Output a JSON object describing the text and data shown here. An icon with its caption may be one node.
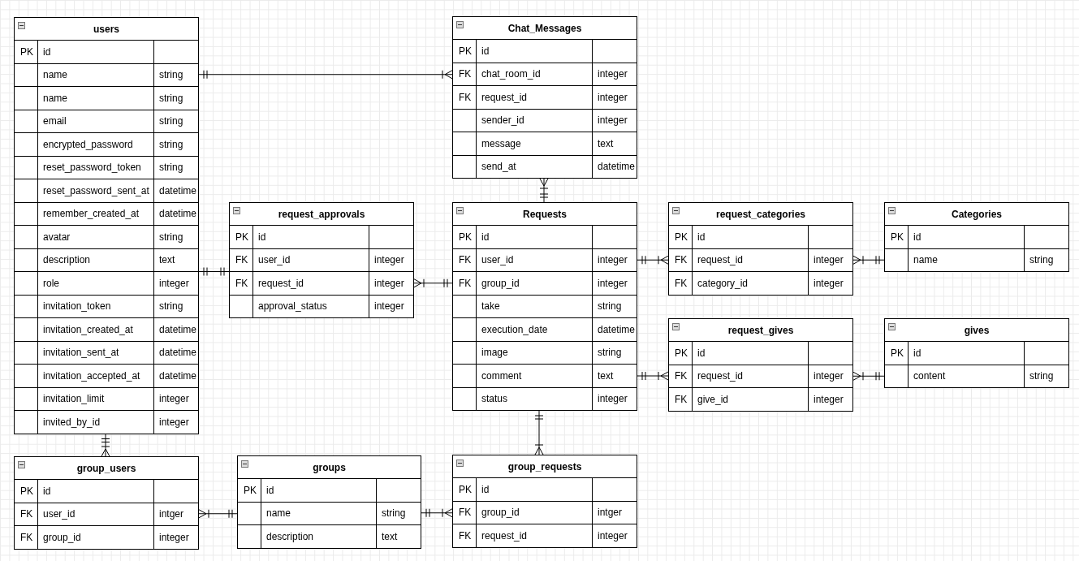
{
  "diagram": {
    "nodes": [
      {
        "text": [
          "users"
        ]
      },
      {
        "text": [
          "PK",
          "id"
        ],
        "in": 0
      },
      {
        "text": [
          "name",
          "string"
        ],
        "in": 0
      },
      {
        "text": [
          "name",
          "string"
        ],
        "in": 0
      },
      {
        "text": [
          "email",
          "string"
        ],
        "in": 0
      },
      {
        "text": [
          "encrypted_password",
          "string"
        ],
        "in": 0
      },
      {
        "text": [
          "reset_password_token",
          "string"
        ],
        "in": 0
      },
      {
        "text": [
          "reset_password_sent_at",
          "datetime"
        ],
        "in": 0
      },
      {
        "text": [
          "remember_created_at",
          "datetime"
        ],
        "in": 0
      },
      {
        "text": [
          "avatar",
          "string"
        ],
        "in": 0
      },
      {
        "text": [
          "description",
          "text"
        ],
        "in": 0
      },
      {
        "text": [
          "role",
          "integer"
        ],
        "in": 0
      },
      {
        "text": [
          "invitation_token",
          "string"
        ],
        "in": 0
      },
      {
        "text": [
          "invitation_created_at",
          "datetime"
        ],
        "in": 0
      },
      {
        "text": [
          "invitation_sent_at",
          "datetime"
        ],
        "in": 0
      },
      {
        "text": [
          "invitation_accepted_at",
          "datetime"
        ],
        "in": 0
      },
      {
        "text": [
          "invitation_limit",
          "integer"
        ],
        "in": 0
      },
      {
        "text": [
          "invited_by_id",
          "integer"
        ],
        "in": 0
      },
      {
        "text": [
          "Chat_Messages"
        ]
      },
      {
        "text": [
          "PK",
          "id"
        ],
        "in": 18
      },
      {
        "text": [
          "FK",
          "chat_room_id",
          "integer"
        ],
        "in": 18
      },
      {
        "text": [
          "FK",
          "request_id",
          "integer"
        ],
        "in": 18
      },
      {
        "text": [
          "sender_id",
          "integer"
        ],
        "in": 18
      },
      {
        "text": [
          "message",
          "text"
        ],
        "in": 18
      },
      {
        "text": [
          "send_at",
          "datetime"
        ],
        "in": 18
      },
      {
        "text": [
          "request_approvals"
        ]
      },
      {
        "text": [
          "PK",
          "id"
        ],
        "in": 25
      },
      {
        "text": [
          "FK",
          "user_id",
          "integer"
        ],
        "in": 25
      },
      {
        "text": [
          "FK",
          "request_id",
          "integer"
        ],
        "in": 25
      },
      {
        "text": [
          "approval_status",
          "integer"
        ],
        "in": 25
      },
      {
        "text": [
          "Requests"
        ]
      },
      {
        "text": [
          "PK",
          "id"
        ],
        "in": 30
      },
      {
        "text": [
          "FK",
          "user_id",
          "integer"
        ],
        "in": 30
      },
      {
        "text": [
          "FK",
          "group_id",
          "integer"
        ],
        "in": 30
      },
      {
        "text": [
          "take",
          "string"
        ],
        "in": 30
      },
      {
        "text": [
          "execution_date",
          "datetime"
        ],
        "in": 30
      },
      {
        "text": [
          "image",
          "string"
        ],
        "in": 30
      },
      {
        "text": [
          "comment",
          "text"
        ],
        "in": 30
      },
      {
        "text": [
          "status",
          "integer"
        ],
        "in": 30
      },
      {
        "text": [
          "request_categories"
        ]
      },
      {
        "text": [
          "PK",
          "id"
        ],
        "in": 39
      },
      {
        "text": [
          "FK",
          "request_id",
          "integer"
        ],
        "in": 39
      },
      {
        "text": [
          "FK",
          "category_id",
          "integer"
        ],
        "in": 39
      },
      {
        "text": [
          "Categories"
        ]
      },
      {
        "text": [
          "PK",
          "id"
        ],
        "in": 43
      },
      {
        "text": [
          "name",
          "string"
        ],
        "in": 43
      },
      {
        "text": [
          "request_gives"
        ]
      },
      {
        "text": [
          "PK",
          "id"
        ],
        "in": 46
      },
      {
        "text": [
          "FK",
          "request_id",
          "integer"
        ],
        "in": 46
      },
      {
        "text": [
          "FK",
          "give_id",
          "integer"
        ],
        "in": 46
      },
      {
        "text": [
          "gives"
        ]
      },
      {
        "text": [
          "PK",
          "id"
        ],
        "in": 50
      },
      {
        "text": [
          "content",
          "string"
        ],
        "in": 50
      },
      {
        "text": [
          "group_users"
        ]
      },
      {
        "text": [
          "PK",
          "id"
        ],
        "in": 53
      },
      {
        "text": [
          "FK",
          "user_id",
          "intger"
        ],
        "in": 53
      },
      {
        "text": [
          "FK",
          "group_id",
          "integer"
        ],
        "in": 53
      },
      {
        "text": [
          "groups"
        ]
      },
      {
        "text": [
          "PK",
          "id"
        ],
        "in": 57
      },
      {
        "text": [
          "name",
          "string"
        ],
        "in": 57
      },
      {
        "text": [
          "description",
          "text"
        ],
        "in": 57
      },
      {
        "text": [
          "group_requests"
        ]
      },
      {
        "text": [
          "PK",
          "id"
        ],
        "in": 61
      },
      {
        "text": [
          "FK",
          "group_id",
          "intger"
        ],
        "in": 61
      },
      {
        "text": [
          "FK",
          "request_id",
          "integer"
        ],
        "in": 61
      }
    ],
    "edges": [
      {
        "from": 2,
        "to": 20,
        "arrow": "other"
      },
      {
        "from": 18,
        "to": 30,
        "arrow": "other"
      },
      {
        "from": 11,
        "to": 27,
        "arrow": "other"
      },
      {
        "from": 28,
        "to": 33,
        "arrow": "other"
      },
      {
        "from": 32,
        "to": 41,
        "arrow": "other"
      },
      {
        "from": 41,
        "to": 45,
        "arrow": "other"
      },
      {
        "from": 37,
        "to": 48,
        "arrow": "other"
      },
      {
        "from": 48,
        "to": 52,
        "arrow": "other"
      },
      {
        "from": 0,
        "to": 53,
        "arrow": "other"
      },
      {
        "from": 55,
        "to": 59,
        "arrow": "other"
      },
      {
        "from": 59,
        "to": 63,
        "arrow": "other"
      },
      {
        "from": 30,
        "to": 61,
        "arrow": "other"
      }
    ]
  }
}
